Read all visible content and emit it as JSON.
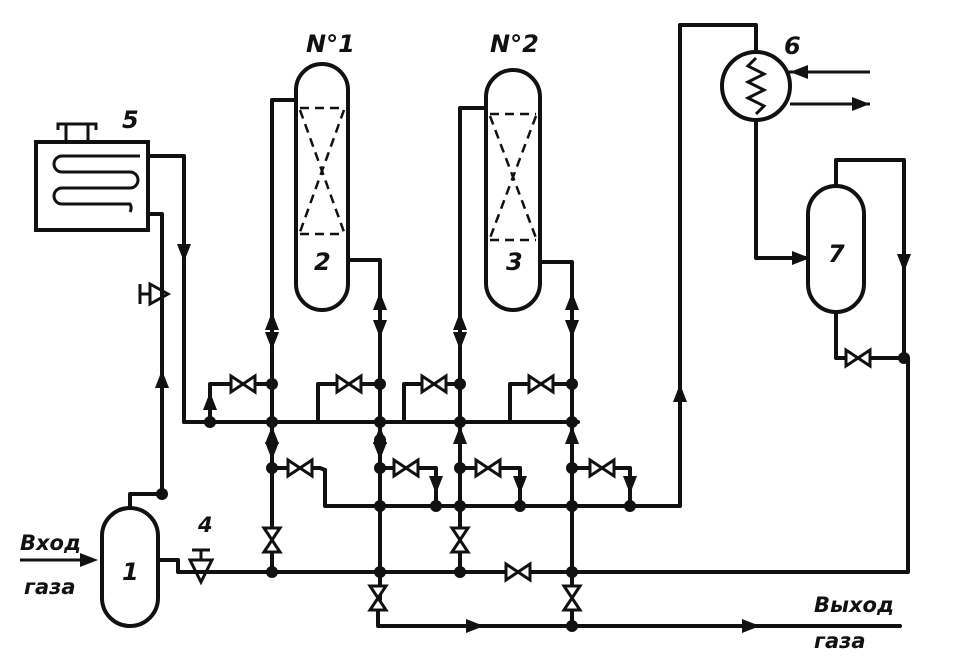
{
  "labels": {
    "column1_title": "N°1",
    "column2_title": "N°2",
    "item_1": "1",
    "item_2": "2",
    "item_3": "3",
    "item_4": "4",
    "item_5": "5",
    "item_6": "6",
    "item_7": "7",
    "inlet_line1": "Вход",
    "inlet_line2": "газа",
    "outlet_line1": "Выход",
    "outlet_line2": "газа"
  }
}
